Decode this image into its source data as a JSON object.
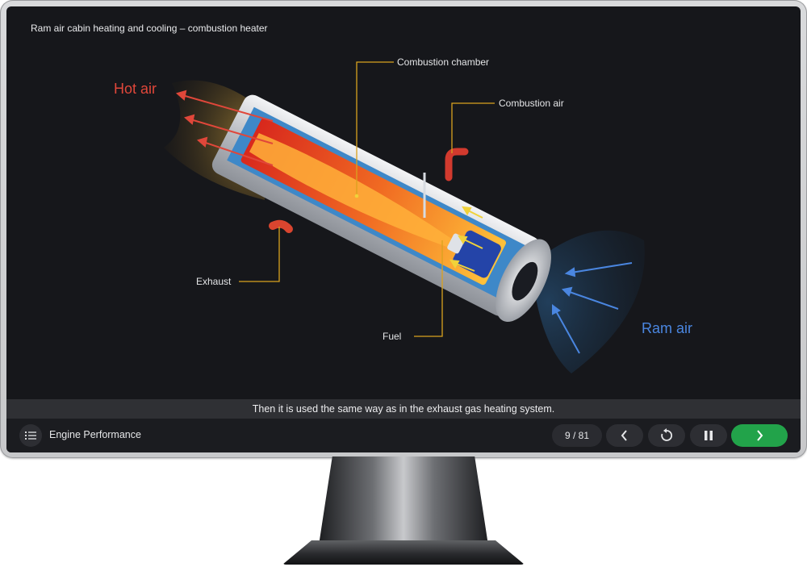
{
  "slide": {
    "title": "Ram air cabin heating and cooling – combustion heater"
  },
  "diagram": {
    "labels": {
      "combustion_chamber": "Combustion chamber",
      "combustion_air": "Combustion air",
      "exhaust": "Exhaust",
      "fuel": "Fuel",
      "hot_air": "Hot air",
      "ram_air": "Ram air"
    },
    "colors": {
      "hot_air": "#e0473a",
      "ram_air": "#4a86e0",
      "callout_line": "#d9a21f"
    }
  },
  "subtitle": "Then it is used the same way as in the exhaust gas heating system.",
  "player": {
    "course_title": "Engine Performance",
    "page_counter": "9 / 81",
    "icons": {
      "menu": "list-icon",
      "previous": "chevron-left-icon",
      "replay": "replay-icon",
      "pause": "pause-icon",
      "next": "chevron-right-icon"
    },
    "next_color": "#22a34a"
  }
}
